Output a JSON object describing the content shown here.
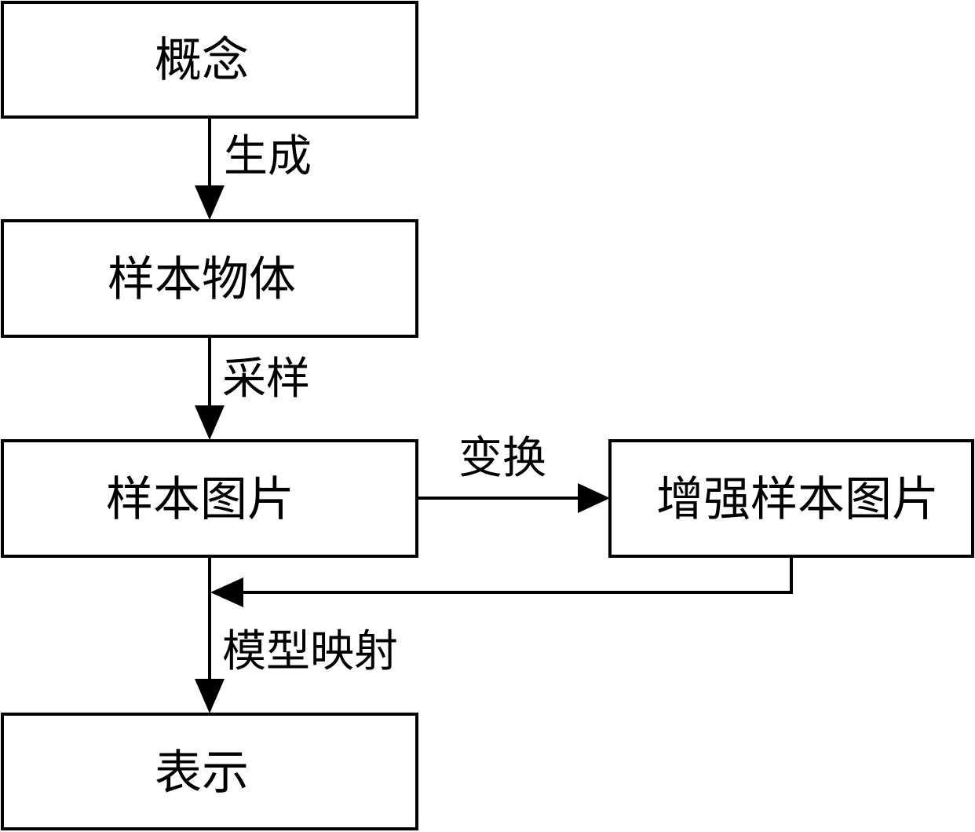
{
  "nodes": {
    "concept": "概念",
    "sample_object": "样本物体",
    "sample_image": "样本图片",
    "augmented_image": "增强样本图片",
    "representation": "表示"
  },
  "edges": {
    "generate": "生成",
    "sampling": "采样",
    "transform": "变换",
    "model_mapping": "模型映射"
  },
  "colors": {
    "stroke": "#000000",
    "background": "#ffffff"
  }
}
